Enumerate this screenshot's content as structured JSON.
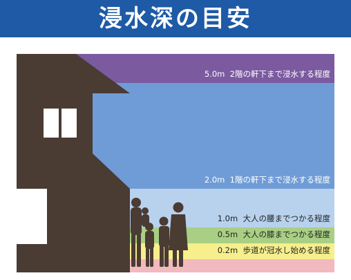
{
  "header": {
    "title": "浸水深の目安"
  },
  "levels": [
    {
      "depth": "5.0m",
      "text": "2階の軒下まで浸水する程度",
      "color": "#7b5aa0"
    },
    {
      "depth": "2.0m",
      "text": "1階の軒下まで浸水する程度",
      "color": "#6f9cd6"
    },
    {
      "depth": "1.0m",
      "text": "大人の腰までつかる程度",
      "color": "#b8d2ee"
    },
    {
      "depth": "0.5m",
      "text": "大人の膝までつかる程度",
      "color": "#a9cf84"
    },
    {
      "depth": "0.2m",
      "text": "歩道が冠水し始める程度",
      "color": "#f6ef8c"
    }
  ],
  "ground_color": "#f2b9bf",
  "house_color": "#4a3b33"
}
